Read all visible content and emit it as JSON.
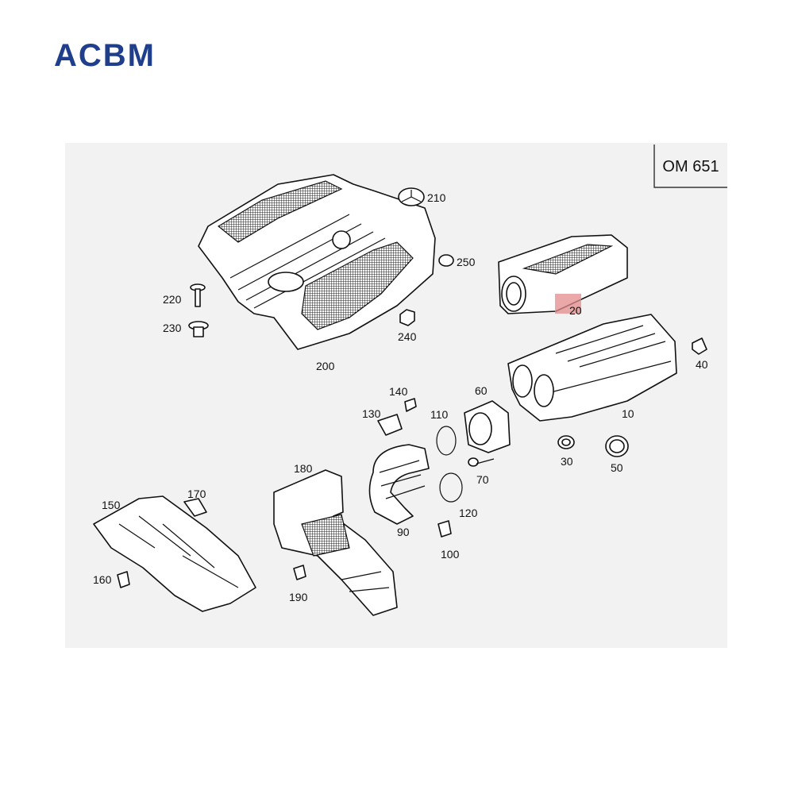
{
  "brand": {
    "logo_text": "ACBM",
    "color": "#1f3f8c"
  },
  "diagram": {
    "engine_label": "OM 651",
    "highlight_color": "#e38b8b",
    "highlighted_callout": "20",
    "callouts": [
      "210",
      "250",
      "220",
      "230",
      "240",
      "200",
      "20",
      "40",
      "10",
      "140",
      "130",
      "110",
      "60",
      "30",
      "50",
      "70",
      "180",
      "120",
      "90",
      "100",
      "150",
      "170",
      "160",
      "190"
    ]
  }
}
